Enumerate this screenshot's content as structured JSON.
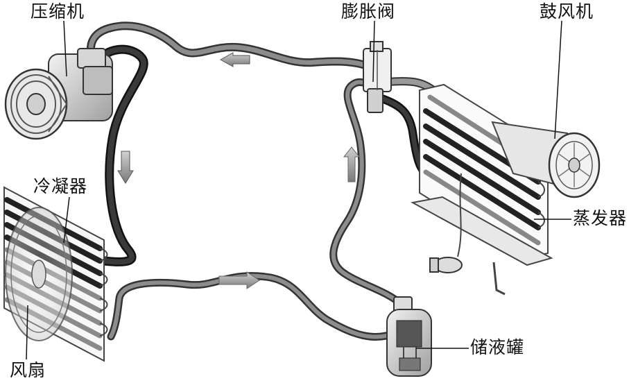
{
  "labels": {
    "compressor": "压缩机",
    "expansion_valve": "膨胀阀",
    "blower": "鼓风机",
    "condenser": "冷凝器",
    "evaporator": "蒸发器",
    "receiver_drier": "储液罐",
    "fan": "风扇"
  },
  "colors": {
    "pipe_dark": "#2b2b2b",
    "pipe_light": "#8c8c8c",
    "outline": "#333333",
    "arrow_fill": "#a8a8a8"
  }
}
